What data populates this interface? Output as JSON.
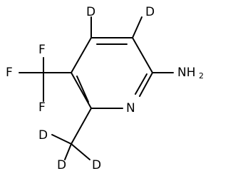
{
  "molecule": {
    "atoms": {
      "n": "N",
      "amine": "NH",
      "amine_subscript": "2",
      "d_c4": "D",
      "d_c3": "D",
      "f_top": "F",
      "f_left": "F",
      "f_bottom": "F",
      "d_methyl_1": "D",
      "d_methyl_2": "D",
      "d_methyl_3": "D"
    }
  }
}
